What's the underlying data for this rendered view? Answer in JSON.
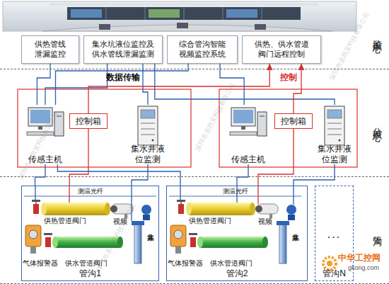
{
  "diagram": {
    "nodes": [
      {
        "text": [
          "监控中心"
        ]
      },
      {
        "text": [
          "供热管线泄漏监控"
        ],
        "in": 0
      },
      {
        "text": [
          "集水坑液位监控及供水管线泄漏监测"
        ],
        "in": 0
      },
      {
        "text": [
          "综合管沟智能视频监控系统"
        ],
        "in": 0
      },
      {
        "text": [
          "供热、供水管道阀门远程控制"
        ],
        "in": 0
      },
      {
        "text": [
          "分控中心"
        ]
      },
      {
        "text": [
          "传感主机"
        ],
        "in": 5
      },
      {
        "text": [
          "控制箱"
        ],
        "in": 5
      },
      {
        "text": [
          "集水井液位监测"
        ],
        "in": 5
      },
      {
        "text": [
          "传感主机"
        ],
        "in": 5
      },
      {
        "text": [
          "控制箱"
        ],
        "in": 5
      },
      {
        "text": [
          "集水井液位监测"
        ],
        "in": 5
      },
      {
        "text": [
          "管沟"
        ]
      },
      {
        "text": [
          "管沟1"
        ],
        "in": 12
      },
      {
        "text": [
          "管沟2"
        ],
        "in": 12
      },
      {
        "text": [
          "...",
          "管沟N"
        ],
        "in": 12
      }
    ],
    "edges": [
      {
        "from": 6,
        "to": 1,
        "arrow": "none"
      },
      {
        "from": 6,
        "to": 2,
        "arrow": "none"
      },
      {
        "from": 8,
        "to": 2,
        "arrow": "none"
      },
      {
        "from": 6,
        "to": 3,
        "arrow": "none"
      },
      {
        "from": 7,
        "to": 4,
        "arrow": "to"
      },
      {
        "from": 9,
        "to": 3,
        "arrow": "none"
      },
      {
        "from": 11,
        "to": 2,
        "arrow": "none"
      },
      {
        "from": 10,
        "to": 4,
        "label": "控制",
        "arrow": "to"
      },
      {
        "from": 13,
        "to": 6,
        "arrow": "none"
      },
      {
        "from": 13,
        "to": 7,
        "arrow": "none"
      },
      {
        "from": 13,
        "to": 8,
        "arrow": "none"
      },
      {
        "from": 14,
        "to": 6,
        "arrow": "none"
      },
      {
        "from": 14,
        "to": 9,
        "arrow": "none"
      },
      {
        "from": 14,
        "to": 10,
        "arrow": "none"
      },
      {
        "from": 14,
        "to": 11,
        "arrow": "none"
      }
    ],
    "labels": [
      "数据传输",
      "测温光纤",
      "供热管道阀门",
      "视频",
      "气体报警器",
      "供水管道阀门",
      "集水井",
      "测温光纤",
      "供热管道阀门",
      "视频",
      "气体报警器",
      "供水管道阀门",
      "集水井",
      "深圳市圣凯安科技有限公司",
      "深圳市圣凯安科技有限公司",
      "深圳市圣凯安科技有限公司",
      "深圳市圣凯安科技有限公司",
      "中华工控网",
      "gkong.com"
    ]
  }
}
